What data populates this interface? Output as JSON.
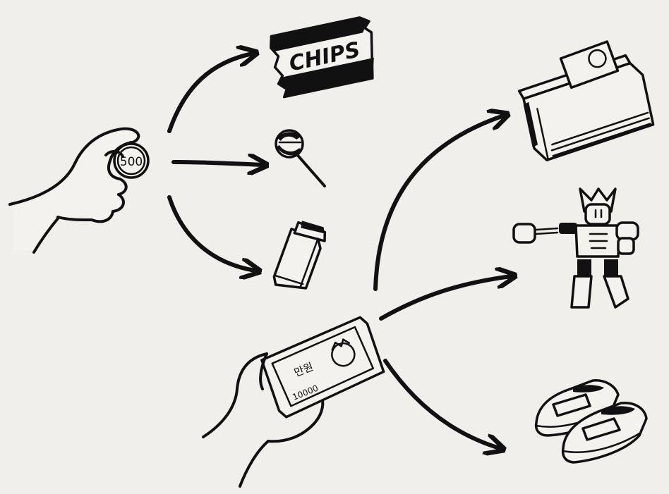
{
  "coin": {
    "value": "500"
  },
  "chips_bag": {
    "label": "CHIPS"
  },
  "milk_carton": {
    "label": ""
  },
  "banknote": {
    "text": "만원",
    "number": "10000"
  },
  "colors": {
    "background": "#f1efe9",
    "ink": "#111111",
    "paper": "#f4f2ec"
  }
}
